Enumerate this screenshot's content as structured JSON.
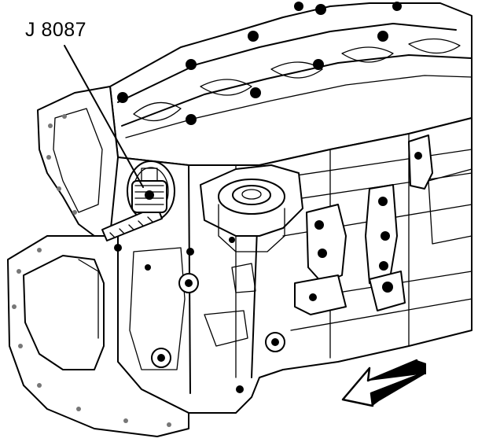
{
  "diagram": {
    "tool_label": "J 8087",
    "line_color": "#000000",
    "background_color": "#ffffff",
    "icons": [
      "engine-block-illustration",
      "cylinder-bore-gauge-tool",
      "direction-arrow-icon"
    ]
  }
}
